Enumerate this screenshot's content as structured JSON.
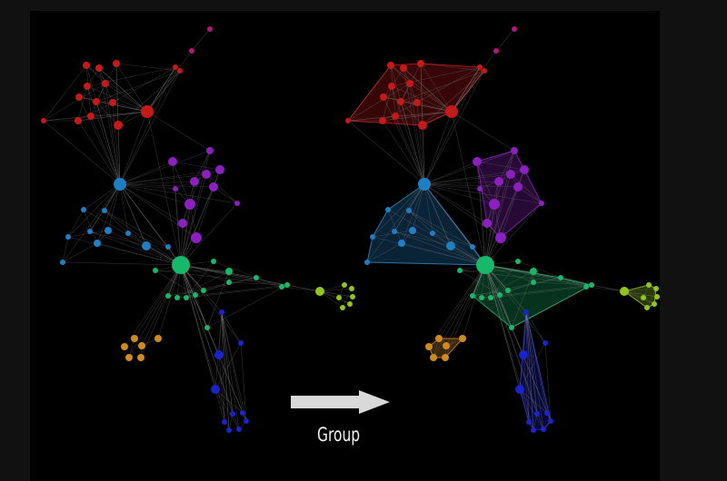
{
  "figure": {
    "label": "Group",
    "arrow_color": "#d9d9d9",
    "edge_color": "#8a8a8a",
    "background": "#000000",
    "frame": "#111111"
  },
  "groups": [
    {
      "name": "red",
      "color": "#c41a1a"
    },
    {
      "name": "magenta",
      "color": "#b5157e"
    },
    {
      "name": "purple",
      "color": "#8c1fbf"
    },
    {
      "name": "blue",
      "color": "#1f7fc4"
    },
    {
      "name": "green",
      "color": "#18b86a"
    },
    {
      "name": "lime",
      "color": "#93c41a"
    },
    {
      "name": "orange",
      "color": "#cf8a1f"
    },
    {
      "name": "navy",
      "color": "#1a24cc"
    }
  ]
}
